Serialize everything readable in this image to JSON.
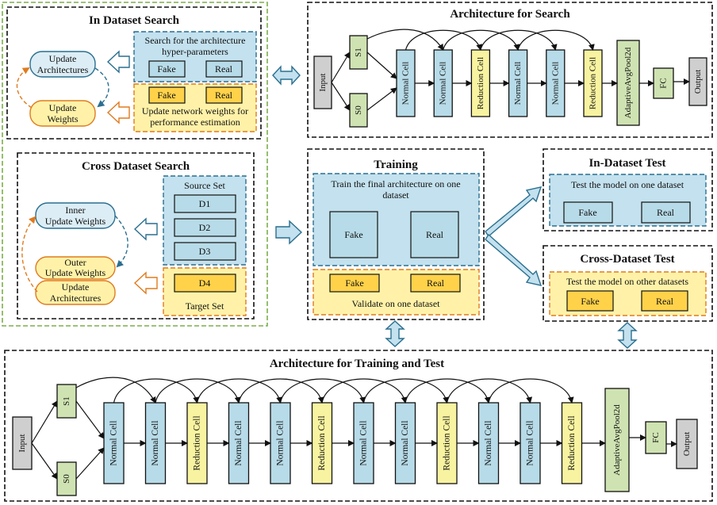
{
  "colors": {
    "blue_fill": "#c3e1ee",
    "blue_stroke": "#2a6f8f",
    "cell_blue": "#b7dbe8",
    "cell_yellow": "#f8f3a0",
    "cell_green": "#cfe3b2",
    "gray": "#cfcfcf",
    "yellow_fill": "#fff2a8",
    "orange_stroke": "#e07b1f",
    "token_gold": "#ffd24a",
    "outer_green": "#7dae4b"
  },
  "in_dataset_search": {
    "title": "In Dataset Search",
    "update_architectures": [
      "Update",
      "Architectures"
    ],
    "update_weights": [
      "Update",
      "Weights"
    ],
    "search_text": [
      "Search for the architecture",
      "hyper-parameters"
    ],
    "update_text": [
      "Update network weights for",
      "performance estimation"
    ],
    "fake": "Fake",
    "real": "Real"
  },
  "cross_dataset_search": {
    "title": "Cross Dataset Search",
    "inner": [
      "Inner",
      "Update Weights"
    ],
    "outer": [
      "Outer",
      "Update Weights"
    ],
    "update_arch": [
      "Update",
      "Architectures"
    ],
    "source_set": "Source Set",
    "target_set": "Target Set",
    "d1": "D1",
    "d2": "D2",
    "d3": "D3",
    "d4": "D4"
  },
  "arch_search": {
    "title": "Architecture for Search",
    "input": "Input",
    "s1": "S1",
    "s0": "S0",
    "cells": [
      "Normal Cell",
      "Normal Cell",
      "Reduction Cell",
      "Normal Cell",
      "Normal Cell",
      "Reduction Cell"
    ],
    "pool": "AdaptiveAvgPool2d",
    "fc": "FC",
    "output": "Output"
  },
  "training": {
    "title": "Training",
    "train_text": [
      "Train the final architecture on one",
      "dataset"
    ],
    "validate_text": "Validate on one dataset",
    "fake": "Fake",
    "real": "Real"
  },
  "in_dataset_test": {
    "title": "In-Dataset Test",
    "text": "Test the model on one dataset",
    "fake": "Fake",
    "real": "Real"
  },
  "cross_dataset_test": {
    "title": "Cross-Dataset Test",
    "text": "Test the model on other datasets",
    "fake": "Fake",
    "real": "Real"
  },
  "arch_train_test": {
    "title": "Architecture for Training and Test",
    "input": "Input",
    "s1": "S1",
    "s0": "S0",
    "cells": [
      "Normal Cell",
      "Normal Cell",
      "Reduction Cell",
      "Normal Cell",
      "Normal Cell",
      "Reduction Cell",
      "Normal Cell",
      "Normal Cell",
      "Reduction Cell",
      "Normal Cell",
      "Normal Cell",
      "Reduction Cell"
    ],
    "pool": "AdaptiveAvgPool2d",
    "fc": "FC",
    "output": "Output"
  }
}
